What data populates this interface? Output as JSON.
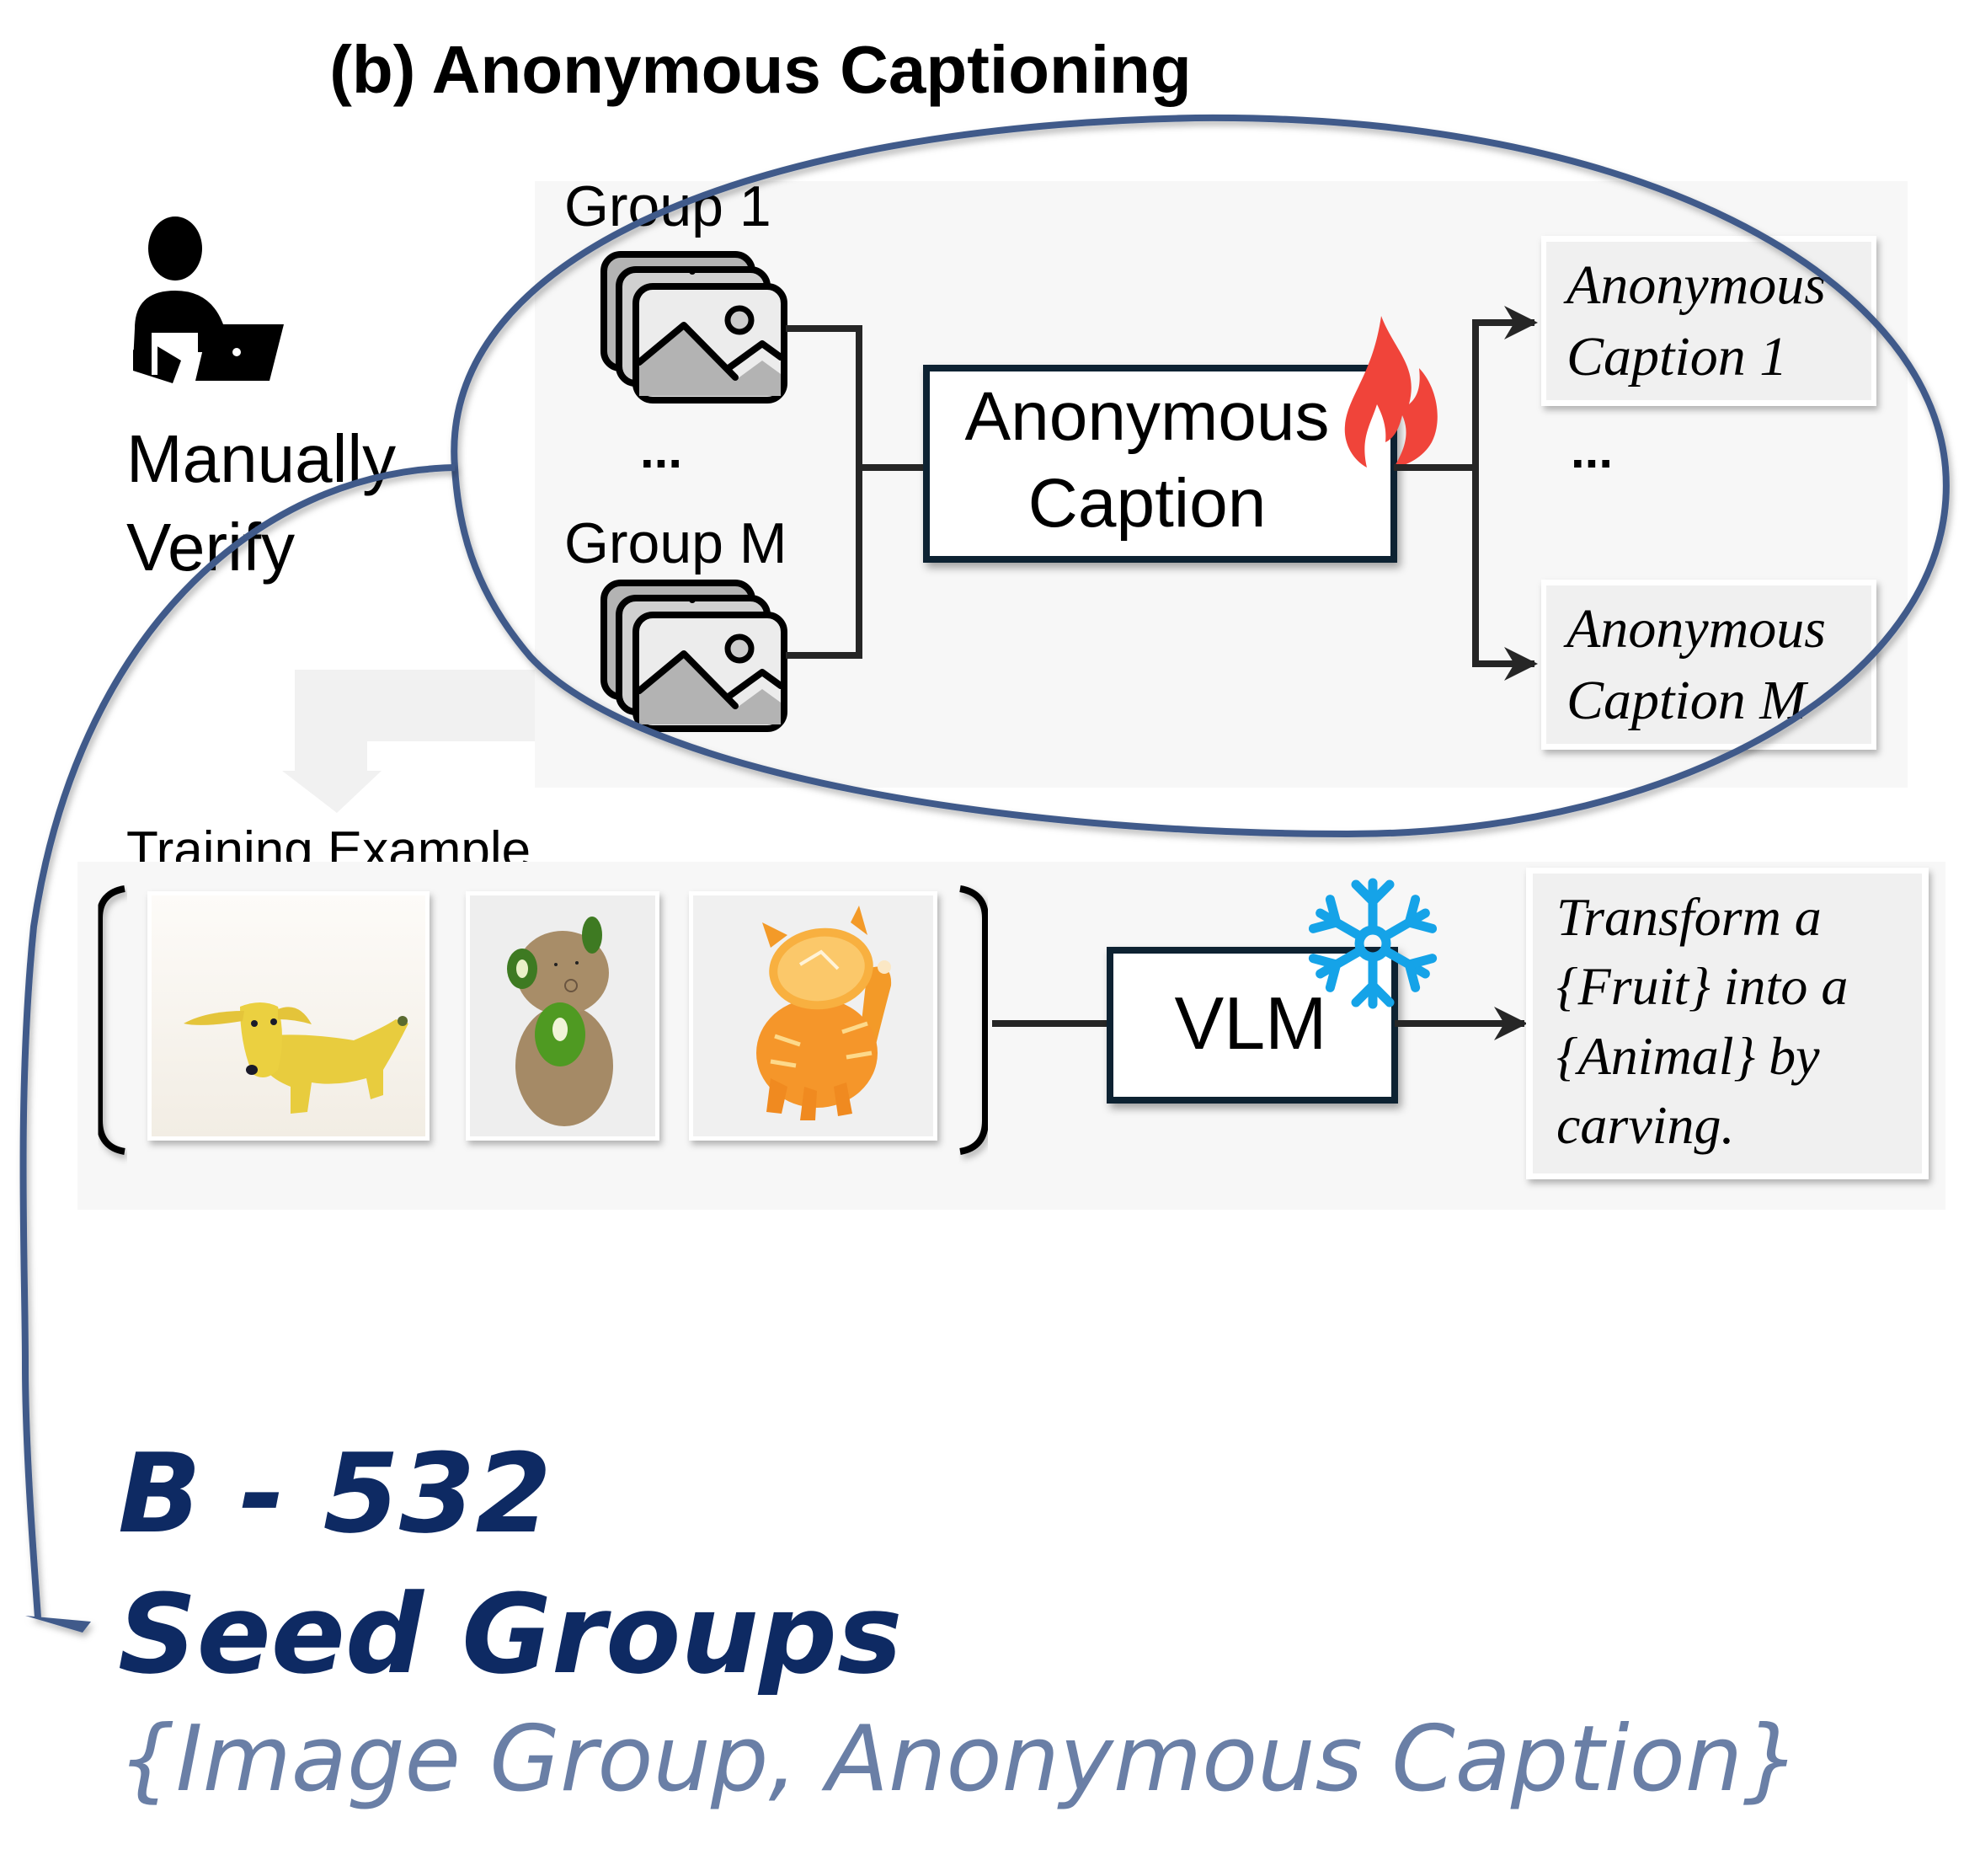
{
  "title": "(b) Anonymous Captioning",
  "manual_verify": {
    "icon": "person-with-laptop-icon",
    "line1": "Manually",
    "line2": "Verify"
  },
  "captioning_panel": {
    "group_first_label": "Group 1",
    "group_last_label": "Group M",
    "group_ellipsis": "...",
    "group_icon": "image-stack-icon",
    "model_box": {
      "line1": "Anonymous",
      "line2": "Caption",
      "badge_icon": "flame-icon",
      "badge_meaning": "trainable"
    },
    "outputs": [
      {
        "line1": "Anonymous",
        "line2": "Caption 1"
      },
      {
        "line1": "Anonymous",
        "line2": "Caption M"
      }
    ],
    "outputs_ellipsis": "..."
  },
  "training_example": {
    "label": "Training Example",
    "images": [
      {
        "name": "banana-dog-image",
        "description": "Banana carved into a dog"
      },
      {
        "name": "kiwi-koala-image",
        "description": "Kiwi carved into a koala"
      },
      {
        "name": "orange-cat-image",
        "description": "Orange carved into a cat"
      }
    ],
    "model_box": {
      "label": "VLM",
      "badge_icon": "snowflake-icon",
      "badge_meaning": "frozen"
    },
    "output_lines": [
      "Transform a",
      "{Fruit} into a",
      "{Animal} by",
      "carving."
    ]
  },
  "result": {
    "line1": "B - 532",
    "line2": "Seed Groups",
    "line3": "{Image Group, Anonymous Caption}"
  },
  "colors": {
    "ellipse_stroke": "#3F5A8A",
    "panel_bg": "#F7F7F7",
    "box_border": "#0B2233",
    "flame": "#F0443A",
    "snowflake": "#15A3E8",
    "result_primary": "#0E2A63",
    "result_secondary": "#6A7FA6"
  }
}
